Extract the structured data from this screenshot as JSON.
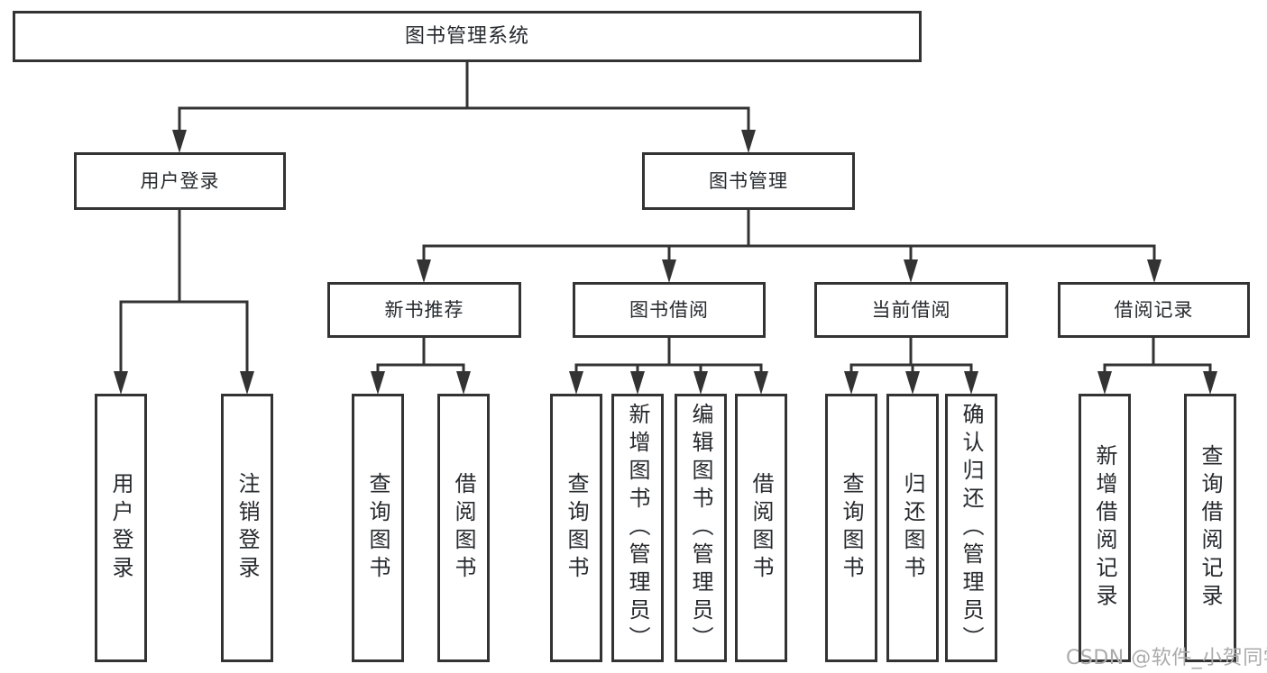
{
  "diagram": {
    "title": "图书管理系统",
    "tree": {
      "label": "图书管理系统",
      "children": [
        {
          "label": "用户登录",
          "children": [
            {
              "label": "用户登录"
            },
            {
              "label": "注销登录"
            }
          ]
        },
        {
          "label": "图书管理",
          "children": [
            {
              "label": "新书推荐",
              "children": [
                {
                  "label": "查询图书"
                },
                {
                  "label": "借阅图书"
                }
              ]
            },
            {
              "label": "图书借阅",
              "children": [
                {
                  "label": "查询图书"
                },
                {
                  "label": "新增图书（管理员）"
                },
                {
                  "label": "编辑图书（管理员）"
                },
                {
                  "label": "借阅图书"
                }
              ]
            },
            {
              "label": "当前借阅",
              "children": [
                {
                  "label": "查询图书"
                },
                {
                  "label": "归还图书"
                },
                {
                  "label": "确认归还（管理员）"
                }
              ]
            },
            {
              "label": "借阅记录",
              "children": [
                {
                  "label": "新增借阅记录"
                },
                {
                  "label": "查询借阅记录"
                }
              ]
            }
          ]
        }
      ]
    },
    "colors": {
      "line": "#333333",
      "box_border": "#333333",
      "text": "#262a2e",
      "background": "#ffffff",
      "watermark": "#ababab"
    }
  },
  "watermark": {
    "text": "CSDN @软件_小贺同学"
  }
}
